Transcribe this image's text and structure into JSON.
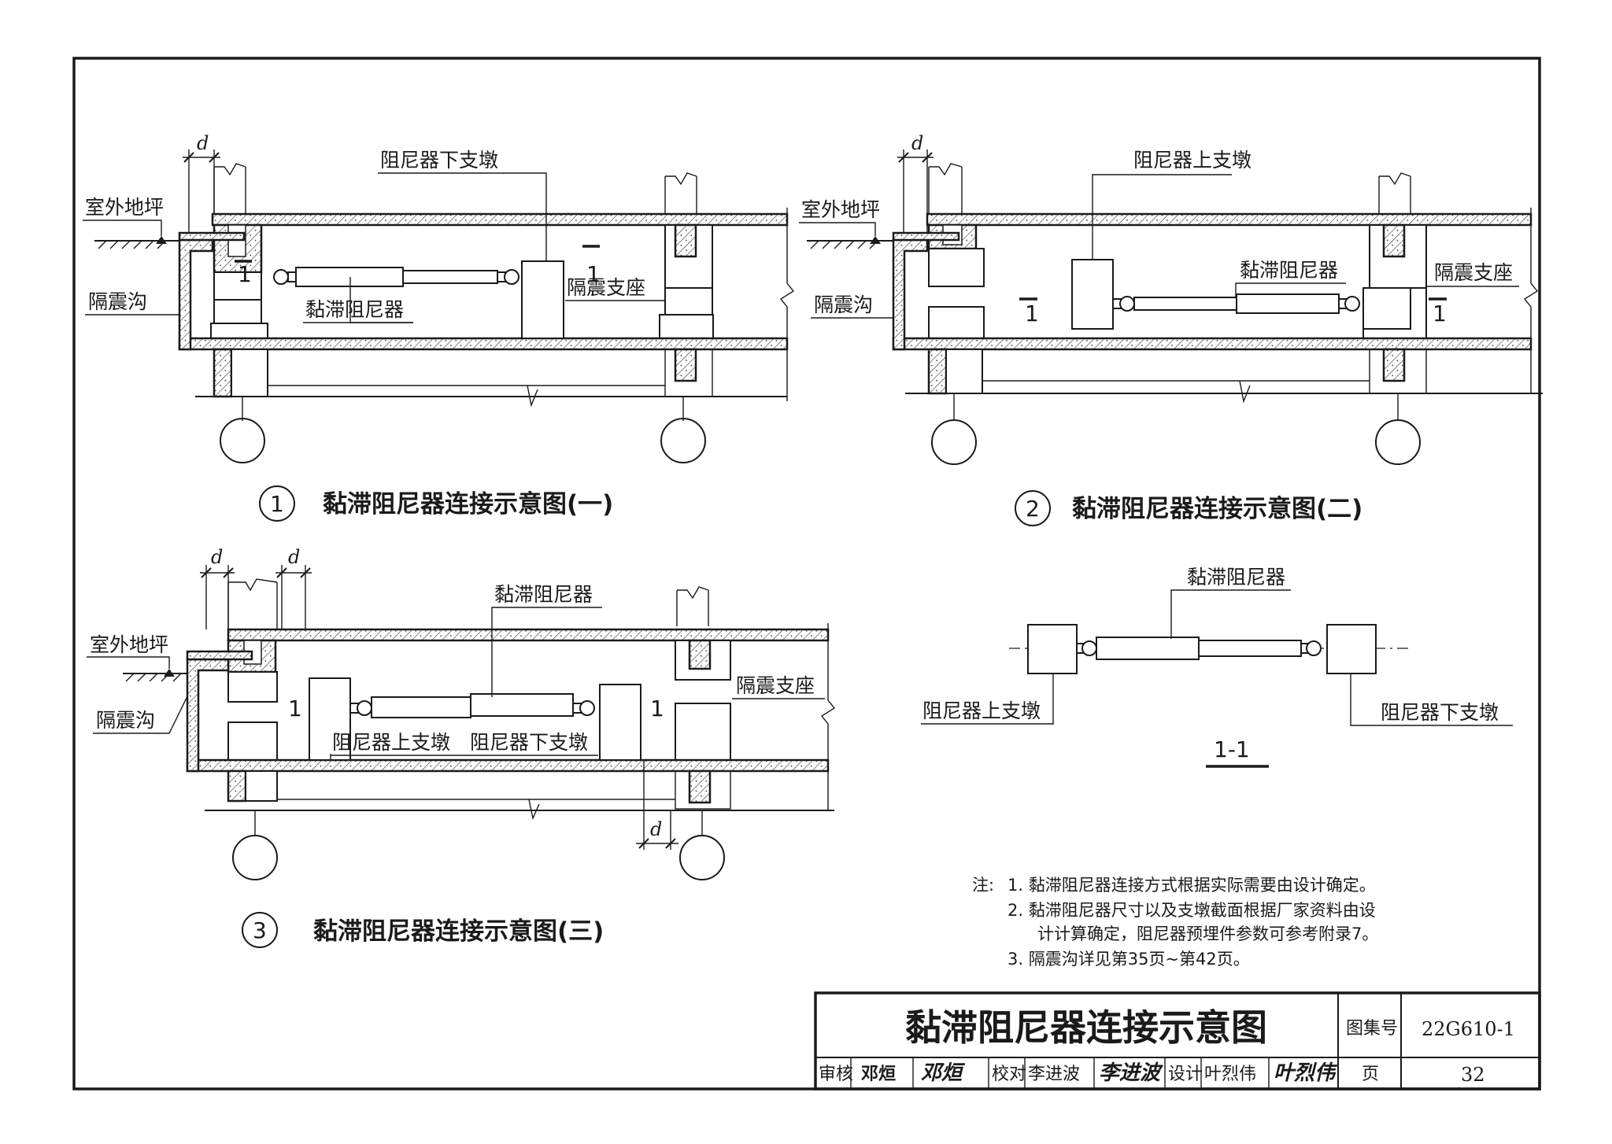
{
  "fig1": {
    "number": "1",
    "title": "黏滞阻尼器连接示意图(一)",
    "labels": {
      "dim": "d",
      "ground": "室外地坪",
      "trench": "隔震沟",
      "damper": "黏滞阻尼器",
      "lower_pier": "阻尼器下支墩",
      "bearing": "隔震支座",
      "sec": "1"
    }
  },
  "fig2": {
    "number": "2",
    "title": "黏滞阻尼器连接示意图(二)",
    "labels": {
      "dim": "d",
      "ground": "室外地坪",
      "trench": "隔震沟",
      "upper_pier": "阻尼器上支墩",
      "damper": "黏滞阻尼器",
      "bearing": "隔震支座",
      "sec": "1"
    }
  },
  "fig3": {
    "number": "3",
    "title": "黏滞阻尼器连接示意图(三)",
    "labels": {
      "dim": "d",
      "ground": "室外地坪",
      "trench": "隔震沟",
      "damper": "黏滞阻尼器",
      "bearing": "隔震支座",
      "upper_pier": "阻尼器上支墩",
      "lower_pier": "阻尼器下支墩",
      "sec": "1"
    }
  },
  "section": {
    "title": "1-1",
    "damper": "黏滞阻尼器",
    "upper_pier": "阻尼器上支墩",
    "lower_pier": "阻尼器下支墩"
  },
  "notes": {
    "prefix": "注:",
    "items": [
      "1. 黏滞阻尼器连接方式根据实际需要由设计确定。",
      "2. 黏滞阻尼器尺寸以及支墩截面根据厂家资料由设",
      "计计算确定，阻尼器预埋件参数可参考附录7。",
      "3. 隔震沟详见第35页~第42页。"
    ]
  },
  "title_block": {
    "title": "黏滞阻尼器连接示意图",
    "atlas_label": "图集号",
    "atlas_no": "22G610-1",
    "review_label": "审核",
    "reviewer": "邓烜",
    "reviewer_sign": "邓烜",
    "check_label": "校对",
    "checker": "李进波",
    "checker_sign": "李进波",
    "design_label": "设计",
    "designer": "叶烈伟",
    "designer_sign": "叶烈伟",
    "page_label": "页",
    "page_no": "32"
  }
}
